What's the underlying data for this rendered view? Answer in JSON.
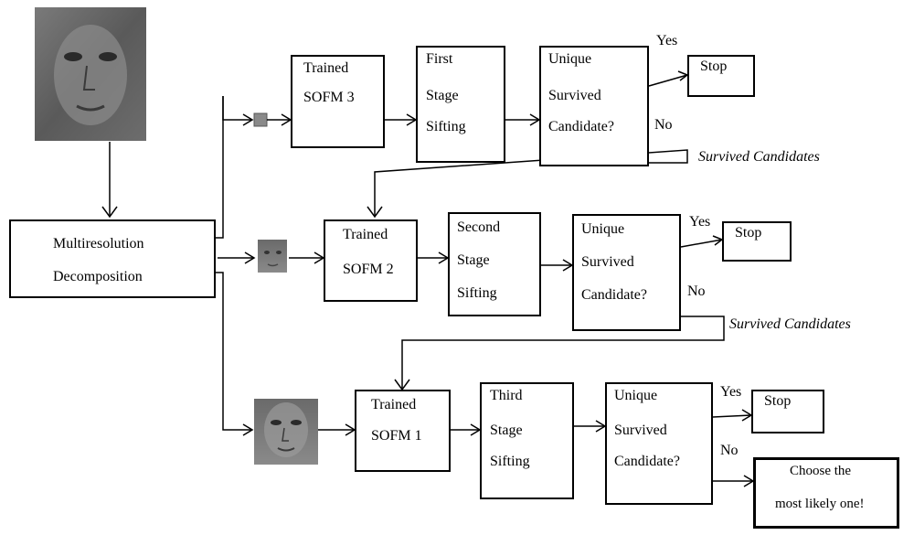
{
  "input": {
    "label": "Multiresolution",
    "label2": "Decomposition"
  },
  "stages": [
    {
      "sofm_line1": "Trained",
      "sofm_line2": "SOFM 3",
      "sift_line1": "First",
      "sift_line2": "Stage",
      "sift_line3": "Sifting",
      "uniq_line1": "Unique",
      "uniq_line2": "Survived",
      "uniq_line3": "Candidate?",
      "yes": "Yes",
      "no": "No",
      "stop": "Stop"
    },
    {
      "sofm_line1": "Trained",
      "sofm_line2": "SOFM 2",
      "sift_line1": "Second",
      "sift_line2": "Stage",
      "sift_line3": "Sifting",
      "uniq_line1": "Unique",
      "uniq_line2": "Survived",
      "uniq_line3": "Candidate?",
      "yes": "Yes",
      "no": "No",
      "stop": "Stop"
    },
    {
      "sofm_line1": "Trained",
      "sofm_line2": "SOFM 1",
      "sift_line1": "Third",
      "sift_line2": "Stage",
      "sift_line3": "Sifting",
      "uniq_line1": "Unique",
      "uniq_line2": "Survived",
      "uniq_line3": "Candidate?",
      "yes": "Yes",
      "no": "No",
      "stop": "Stop"
    }
  ],
  "survived_label": "Survived Candidates",
  "final": {
    "line1": "Choose the",
    "line2": "most likely one!"
  }
}
